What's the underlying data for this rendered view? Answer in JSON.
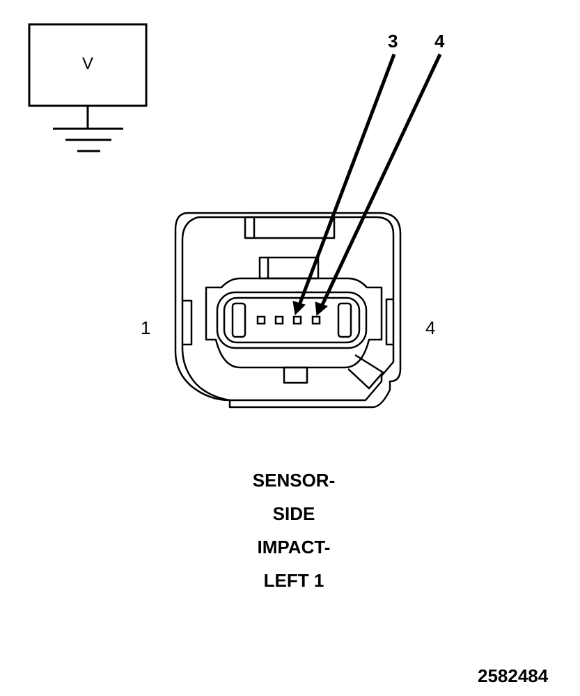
{
  "meter": {
    "symbol": "V"
  },
  "pins": {
    "pin_3": "3",
    "pin_4": "4",
    "left_pin": "1",
    "right_pin": "4"
  },
  "title": {
    "line1": "SENSOR-",
    "line2": "SIDE",
    "line3": "IMPACT-",
    "line4": "LEFT 1"
  },
  "figure_number": "2582484"
}
